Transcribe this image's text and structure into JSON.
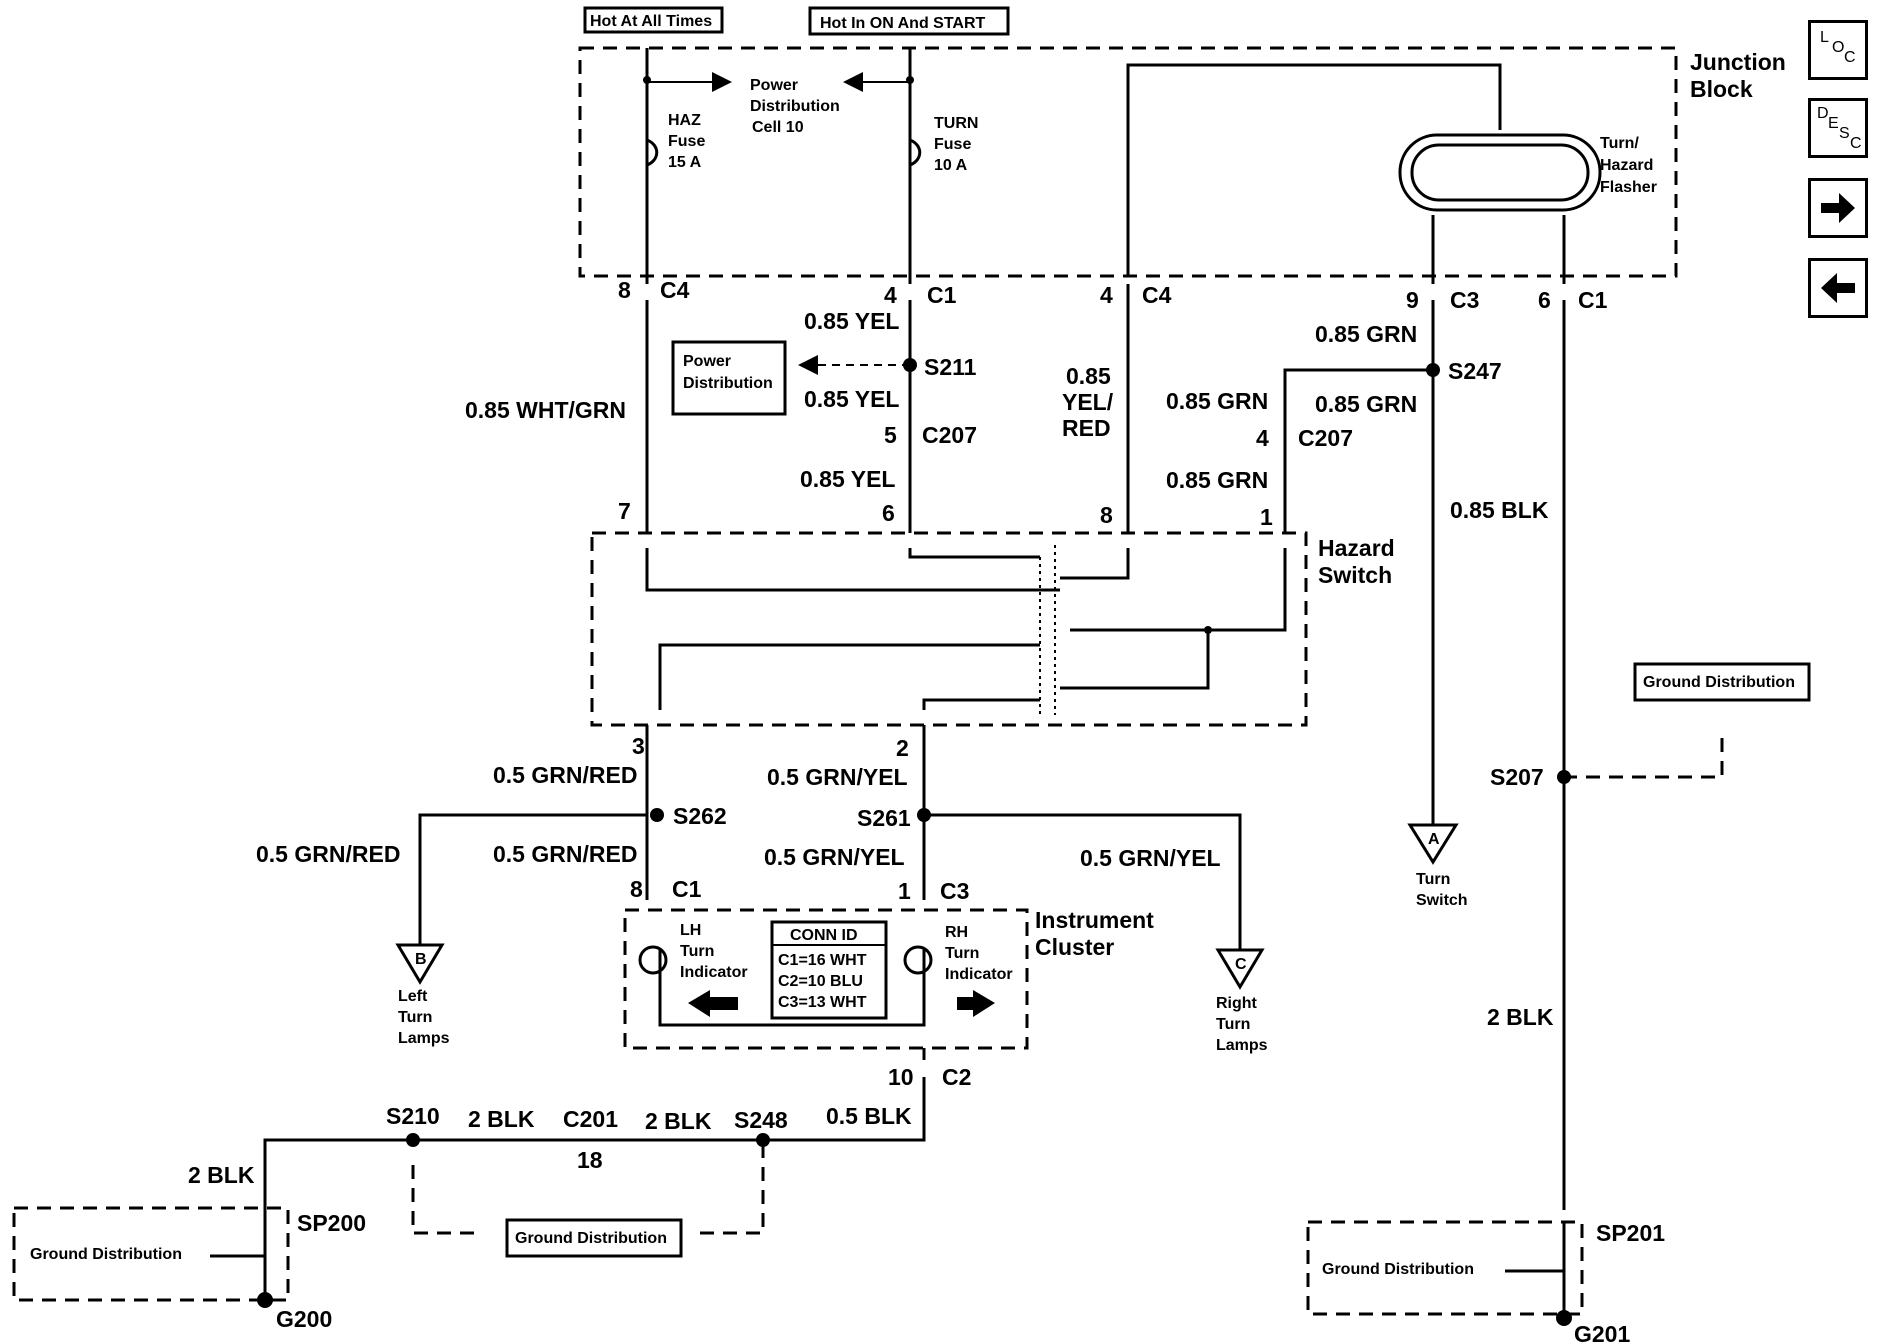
{
  "power": {
    "hot_at_all_times": "Hot At All Times",
    "hot_in_on_start": "Hot In ON And START",
    "power_distribution": "Power Distribution",
    "pdc_line1": "Power",
    "pdc_line2": "Distribution",
    "pdc_line3": "Cell 10"
  },
  "junction_block": {
    "line1": "Junction",
    "line2": "Block"
  },
  "haz_fuse": {
    "l1": "HAZ",
    "l2": "Fuse",
    "l3": "15 A"
  },
  "turn_fuse": {
    "l1": "TURN",
    "l2": "Fuse",
    "l3": "10 A"
  },
  "flasher": {
    "l1": "Turn/",
    "l2": "Hazard",
    "l3": "Flasher"
  },
  "hazard_switch": {
    "l1": "Hazard",
    "l2": "Switch"
  },
  "instrument_cluster": {
    "l1": "Instrument",
    "l2": "Cluster"
  },
  "conn_id": {
    "title": "CONN ID",
    "c1": "C1=16 WHT",
    "c2": "C2=10 BLU",
    "c3": "C3=13 WHT"
  },
  "lh_indicator": {
    "l1": "LH",
    "l2": "Turn",
    "l3": "Indicator"
  },
  "rh_indicator": {
    "l1": "RH",
    "l2": "Turn",
    "l3": "Indicator"
  },
  "connectors": {
    "c4_left": "C4",
    "c1_mid": "C1",
    "c4_mid": "C4",
    "c3_right": "C3",
    "c1_right": "C1",
    "c207_a": "C207",
    "c207_b": "C207",
    "c1_cluster": "C1",
    "c3_cluster": "C3",
    "c2_cluster": "C2",
    "c201": "C201"
  },
  "pins": {
    "p8": "8",
    "p4a": "4",
    "p4b": "4",
    "p9": "9",
    "p6": "6",
    "p5": "5",
    "p4c": "4",
    "h7": "7",
    "h6": "6",
    "h8": "8",
    "h1": "1",
    "h3": "3",
    "h2": "2",
    "ic8": "8",
    "ic1": "1",
    "ic10": "10",
    "c201pin": "18"
  },
  "splices": {
    "s211": "S211",
    "s247": "S247",
    "s262": "S262",
    "s261": "S261",
    "s207": "S207",
    "s210": "S210",
    "s248": "S248",
    "sp200": "SP200",
    "sp201": "SP201",
    "g200": "G200",
    "g201": "G201"
  },
  "wires": {
    "w_wht_grn": "0.85 WHT/GRN",
    "w_yel_1": "0.85 YEL",
    "w_yel_2": "0.85 YEL",
    "w_yel_3": "0.85 YEL",
    "w_yelred_1": "0.85",
    "w_yelred_2": "YEL/",
    "w_yelred_3": "RED",
    "w_grn_1": "0.85 GRN",
    "w_grn_2": "0.85 GRN",
    "w_grn_3": "0.85 GRN",
    "w_grn_4": "0.85 GRN",
    "w_blk_085": "0.85 BLK",
    "w_2blk_right": "2 BLK",
    "w_grnred_1": "0.5 GRN/RED",
    "w_grnred_2": "0.5 GRN/RED",
    "w_grnred_3": "0.5 GRN/RED",
    "w_grnyel_1": "0.5 GRN/YEL",
    "w_grnyel_2": "0.5 GRN/YEL",
    "w_grnyel_3": "0.5 GRN/YEL",
    "w_05blk": "0.5 BLK",
    "w_2blk_a": "2 BLK",
    "w_2blk_b": "2 BLK",
    "w_2blk_c": "2 BLK"
  },
  "ground": {
    "gd_top": "Ground Distribution",
    "gd_left": "Ground Distribution",
    "gd_mid": "Ground Distribution",
    "gd_right": "Ground Distribution"
  },
  "refs": {
    "a_letter": "A",
    "a_l1": "Turn",
    "a_l2": "Switch",
    "b_letter": "B",
    "b_l1": "Left",
    "b_l2": "Turn",
    "b_l3": "Lamps",
    "c_letter": "C",
    "c_l1": "Right",
    "c_l2": "Turn",
    "c_l3": "Lamps"
  },
  "nav": {
    "loc_l": "L",
    "loc_o": "O",
    "loc_c": "C",
    "desc_d": "D",
    "desc_e": "E",
    "desc_s": "S",
    "desc_c": "C"
  }
}
